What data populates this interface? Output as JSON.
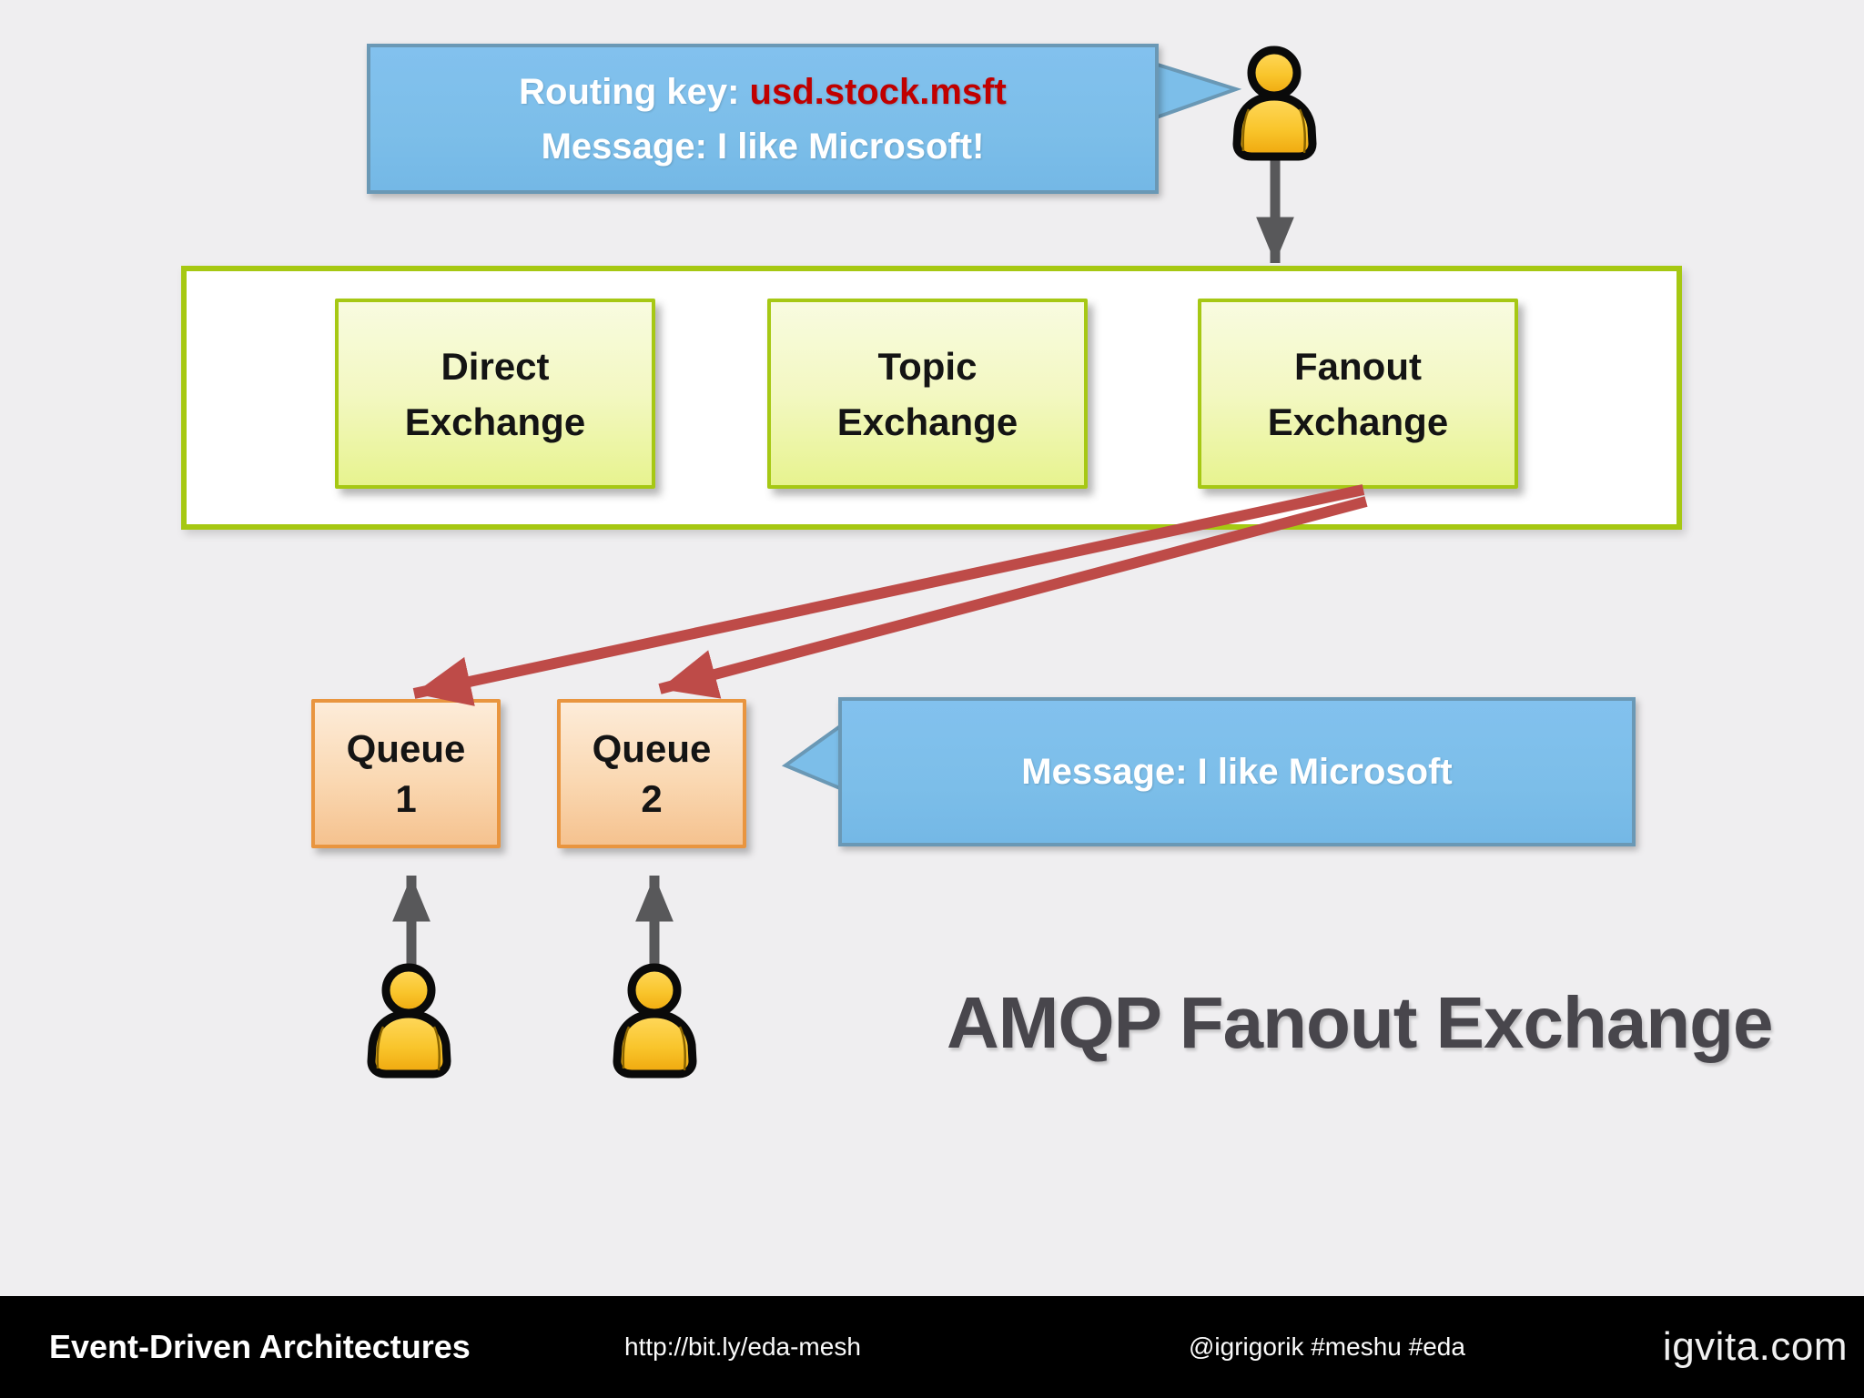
{
  "slide": {
    "title": "AMQP Fanout Exchange",
    "background_color": "#efeef0"
  },
  "publisher_callout": {
    "routing_key_label": "Routing key: ",
    "routing_key_value": "usd.stock.msft",
    "message_line": "Message: I like Microsoft!"
  },
  "exchange_panel": {
    "boxes": [
      {
        "line1": "Direct",
        "line2": "Exchange"
      },
      {
        "line1": "Topic",
        "line2": "Exchange"
      },
      {
        "line1": "Fanout",
        "line2": "Exchange"
      }
    ]
  },
  "queues": [
    {
      "line1": "Queue",
      "line2": "1"
    },
    {
      "line1": "Queue",
      "line2": "2"
    }
  ],
  "message_callout": {
    "text": "Message: I like Microsoft"
  },
  "icons": {
    "publisher": "person-icon",
    "consumer_1": "person-icon",
    "consumer_2": "person-icon"
  },
  "colors": {
    "callout_fill": "#7cbee9",
    "callout_border": "#6a98b5",
    "routing_key_text": "#c00000",
    "panel_border": "#a6c812",
    "exchange_box_fill_top": "#f8fbe0",
    "exchange_box_fill_bottom": "#e7f38f",
    "queue_border": "#e9953f",
    "queue_fill_bottom": "#f5c28f",
    "fan_arrow": "#be4b48",
    "flow_arrow": "#58585a",
    "person_fill": "#f9c52c",
    "title_text": "#48464c",
    "footer_bg": "#000000"
  },
  "footer": {
    "brand": "Event-Driven Architectures",
    "url": "http://bit.ly/eda-mesh",
    "tags": "@igrigorik #meshu #eda",
    "site": "igvita.com"
  }
}
